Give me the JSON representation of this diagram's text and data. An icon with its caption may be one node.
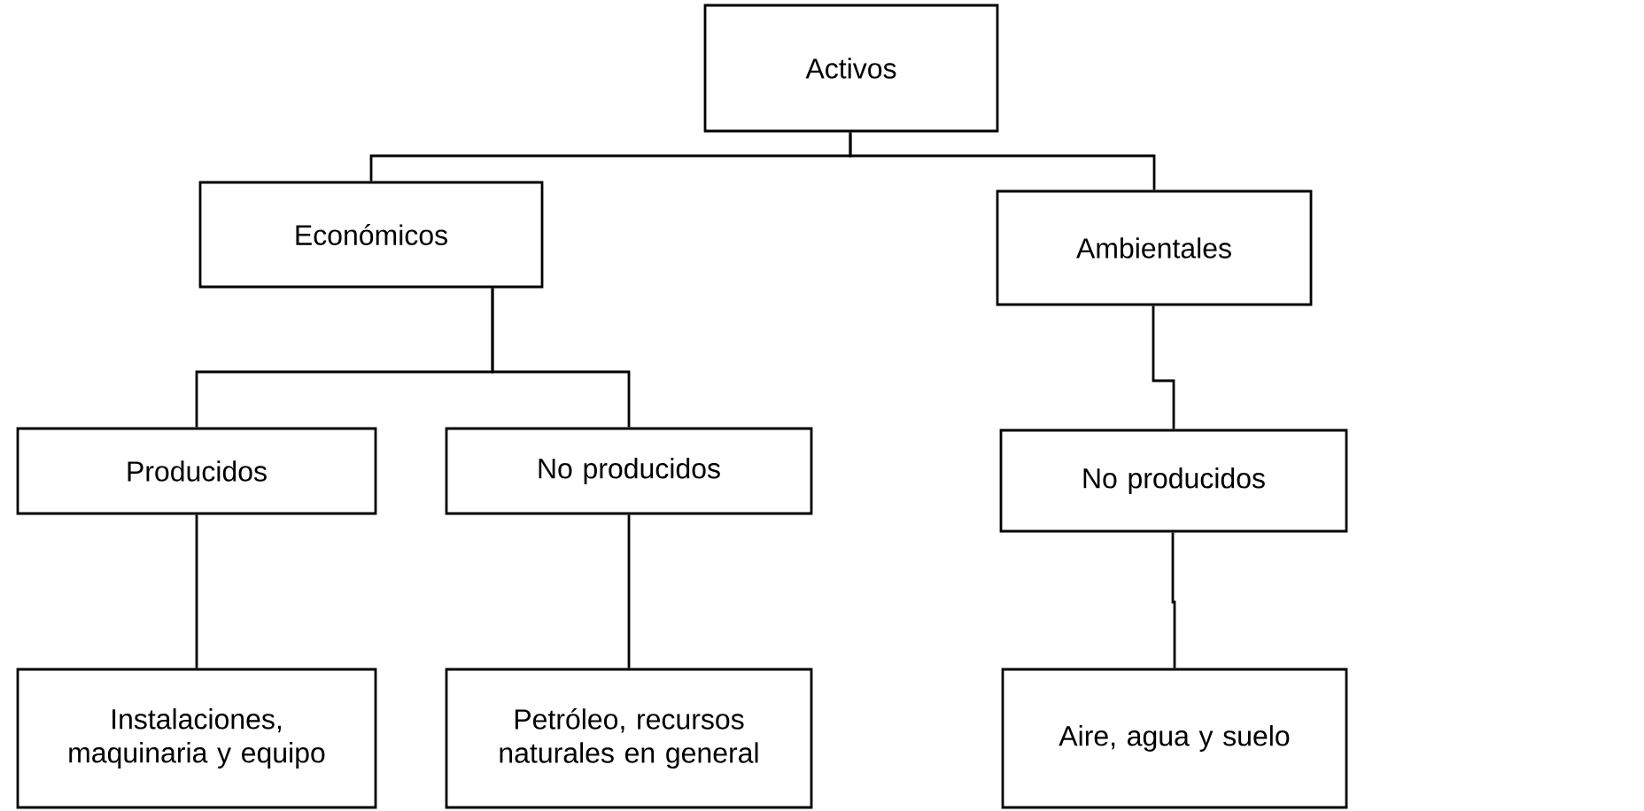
{
  "diagram": {
    "nodes": [
      {
        "text": [
          "Activos"
        ]
      },
      {
        "text": [
          "Económicos"
        ]
      },
      {
        "text": [
          "Ambientales"
        ]
      },
      {
        "text": [
          "Producidos"
        ]
      },
      {
        "text": [
          "No producidos"
        ]
      },
      {
        "text": [
          "No producidos"
        ]
      },
      {
        "text": [
          "Instalaciones, maquinaria y equipo"
        ]
      },
      {
        "text": [
          "Petróleo, recursos naturales en general"
        ]
      },
      {
        "text": [
          "Aire, agua y suelo"
        ]
      }
    ],
    "edges": [
      {
        "from": 0,
        "to": 1,
        "arrow": "none"
      },
      {
        "from": 0,
        "to": 2,
        "arrow": "none"
      },
      {
        "from": 1,
        "to": 3,
        "arrow": "none"
      },
      {
        "from": 1,
        "to": 4,
        "arrow": "none"
      },
      {
        "from": 2,
        "to": 5,
        "arrow": "none"
      },
      {
        "from": 3,
        "to": 6,
        "arrow": "none"
      },
      {
        "from": 4,
        "to": 7,
        "arrow": "none"
      },
      {
        "from": 5,
        "to": 8,
        "arrow": "none"
      }
    ]
  }
}
